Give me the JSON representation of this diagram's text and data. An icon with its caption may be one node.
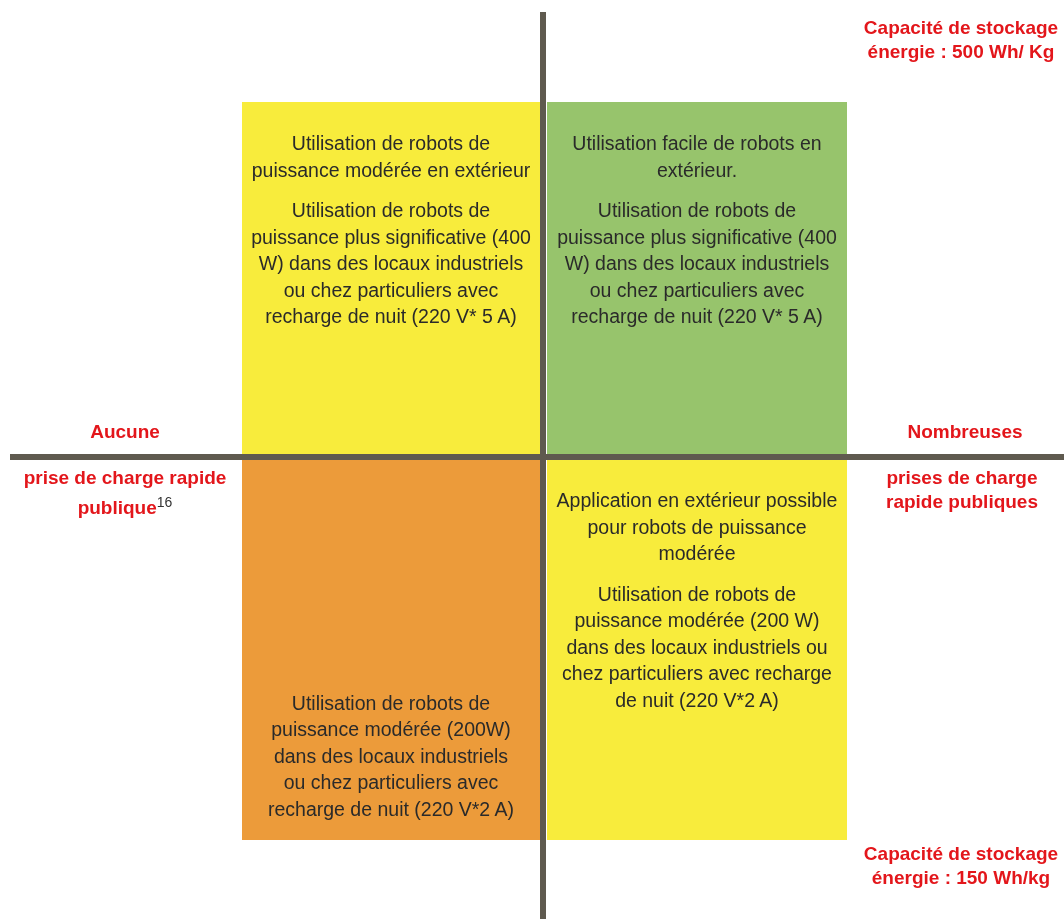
{
  "diagram": {
    "nodes": [
      {
        "text": [
          "Utilisation de robots de puissance modérée en extérieur",
          "Utilisation de robots de puissance plus significative (400 W) dans des locaux industriels ou chez particuliers avec recharge de nuit (220 V* 5 A)"
        ]
      },
      {
        "text": [
          "Utilisation facile de robots en extérieur.",
          "Utilisation de robots de puissance plus significative (400 W) dans des locaux industriels ou chez particuliers avec recharge de nuit (220 V* 5 A)"
        ]
      },
      {
        "text": [
          "Utilisation de robots de puissance modérée (200W) dans des locaux industriels ou chez particuliers avec recharge de nuit (220 V*2 A)"
        ]
      },
      {
        "text": [
          "Application en extérieur possible pour robots de puissance modérée",
          "Utilisation de robots de puissance modérée (200 W) dans des locaux industriels ou chez particuliers avec recharge de nuit (220 V*2 A)"
        ]
      }
    ],
    "edges": [],
    "labels": [
      "Capacité de stockage énergie : 500 Wh/ Kg",
      "Aucune",
      "Nombreuses",
      "prise de charge rapide publique$^{16}$",
      "prises de charge rapide publiques",
      "Capacité de stockage énergie : 150 Wh/kg"
    ]
  }
}
